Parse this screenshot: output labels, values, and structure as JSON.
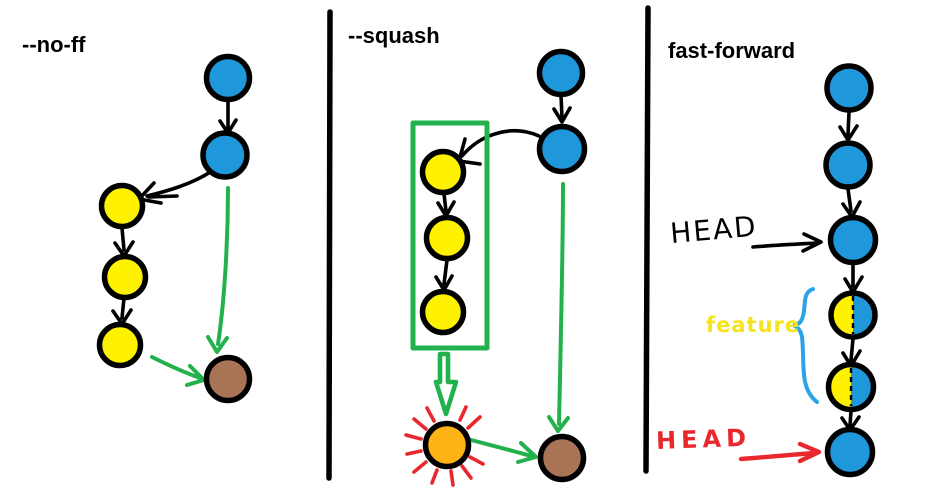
{
  "colors": {
    "ink": "#000000",
    "blue": "#1F97DB",
    "yellow": "#FEF200",
    "green": "#22B14C",
    "brown": "#A97456",
    "orange": "#FDB414",
    "red": "#E9282E",
    "brace_blue": "#2BA3E8",
    "label_yellow": "#F6E31A"
  },
  "panels": {
    "no_ff": {
      "title": "--no-ff"
    },
    "squash": {
      "title": "--squash"
    },
    "fast_forward": {
      "title": "fast-forward",
      "head_label": "HEAD",
      "feature_label": "feature",
      "head_red_label": "HEAD"
    }
  }
}
